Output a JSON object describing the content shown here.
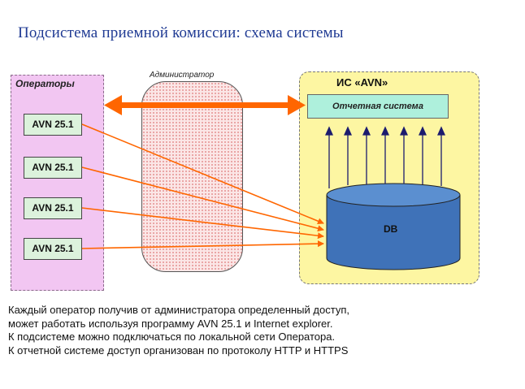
{
  "title": "Подсистема приемной комиссии: схема системы",
  "operators": {
    "label": "Операторы",
    "items": [
      "AVN 25.1",
      "AVN 25.1",
      "AVN 25.1",
      "AVN 25.1"
    ]
  },
  "admin": {
    "label": "Администратор"
  },
  "is": {
    "label": "ИС «AVN»",
    "report_label": "Отчетная система",
    "db_label": "DB"
  },
  "description": [
    "Каждый оператор получив от администратора определенный доступ,",
    "может работать используя программу AVN 25.1  и Internet explorer.",
    "К подсистеме можно подключаться  по локальной сети Оператора.",
    "К отчетной системе доступ организован по протоколу HTTP и HTTPS"
  ],
  "colors": {
    "operators_bg": "#f2c6f2",
    "avn_bg": "#dcf2dc",
    "admin_bg": "#fbe6e6",
    "is_bg": "#fdf6a2",
    "report_bg": "#aef0dc",
    "db_fill": "#3f72b8",
    "connector": "#ff6600",
    "title": "#1f3a93"
  }
}
